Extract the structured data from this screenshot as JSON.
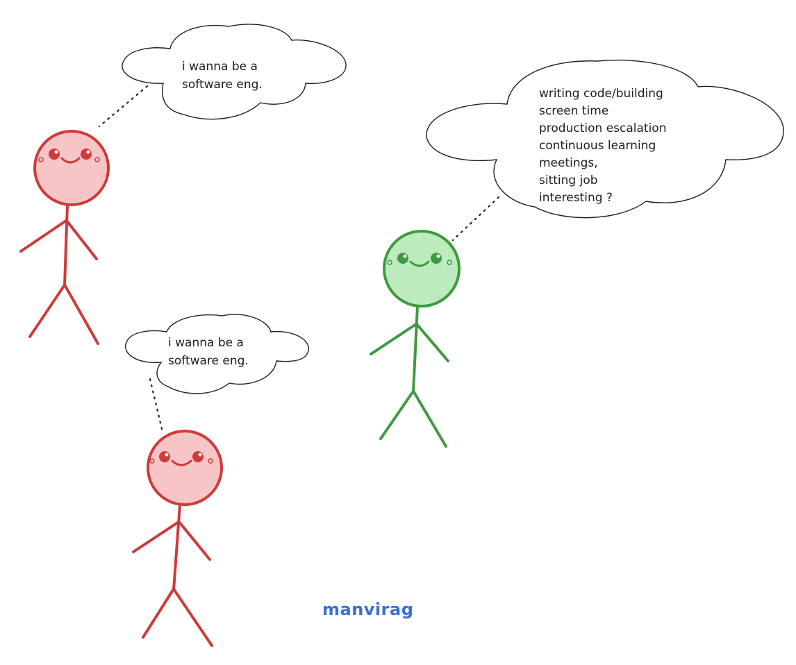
{
  "figures": [
    {
      "id": "figure-1",
      "bubble_lines": [
        "i wanna be a",
        "software eng."
      ],
      "body_color": "#cf3a3a",
      "face_color": "#f7c5c5"
    },
    {
      "id": "figure-2",
      "bubble_lines": [
        "i wanna be a",
        "software eng."
      ],
      "body_color": "#cf3a3a",
      "face_color": "#f7c5c5"
    },
    {
      "id": "figure-3",
      "bubble_lines": [
        "writing code/building",
        "screen time",
        "production escalation",
        "continuous learning",
        "meetings,",
        "sitting job",
        "interesting ?"
      ],
      "body_color": "#3f9a3f",
      "face_color": "#bdebbd"
    }
  ],
  "signature": "manvirag",
  "colors": {
    "outline": "#1e1e1e",
    "signature": "#3b6fd4"
  },
  "icons": [
    "stick-figure-icon",
    "thought-cloud-icon"
  ]
}
